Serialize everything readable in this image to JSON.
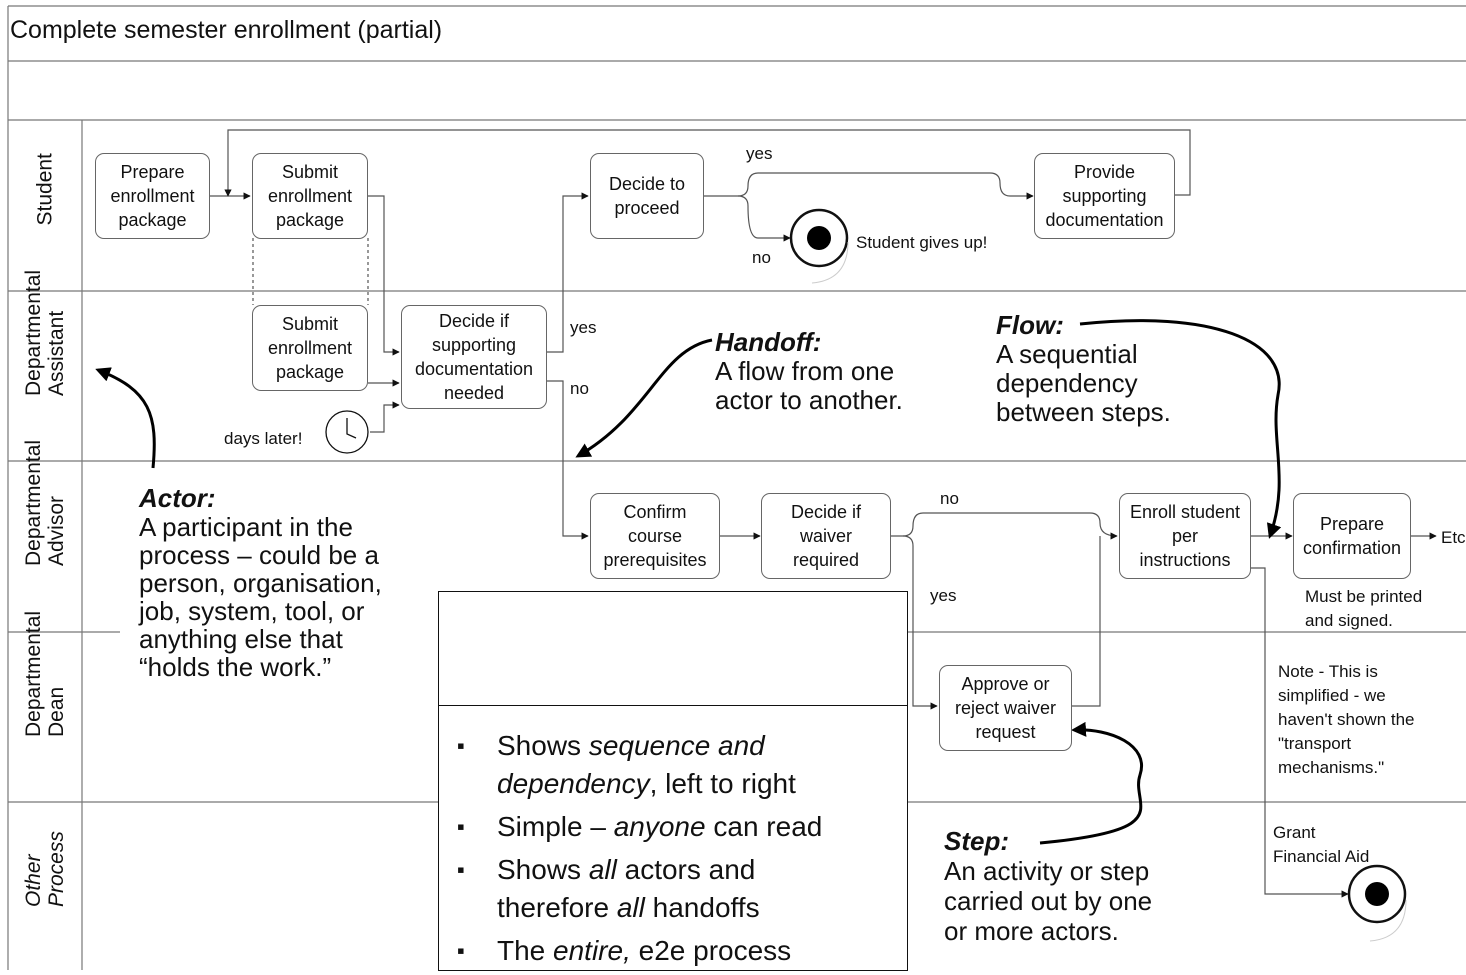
{
  "title": "Complete semester enrollment (partial)",
  "lanes": [
    "Student",
    "Departmental\nAssistant",
    "Departmental\nAdvisor",
    "Departmental\nDean",
    "Other\nProcess"
  ],
  "steps": {
    "prepare_package": "Prepare\nenrollment\npackage",
    "submit_package_student": "Submit\nenrollment\npackage",
    "decide_proceed": "Decide to\nproceed",
    "provide_docs": "Provide\nsupporting\ndocumentation",
    "submit_package_assistant": "Submit\nenrollment\npackage",
    "decide_docs_needed": "Decide if\nsupporting\ndocumentation\nneeded",
    "confirm_prereqs": "Confirm\ncourse\nprerequisites",
    "decide_waiver": "Decide if\nwaiver\nrequired",
    "enroll_student": "Enroll student\nper\ninstructions",
    "prepare_confirmation": "Prepare\nconfirmation",
    "approve_waiver": "Approve or\nreject waiver\nrequest"
  },
  "flow_labels": {
    "yes_top": "yes",
    "no_top": "no",
    "gives_up": "Student gives up!",
    "yes_assistant": "yes",
    "no_assistant": "no",
    "days_later": "days later!",
    "no_advisor": "no",
    "yes_advisor": "yes",
    "etc": "Etc",
    "must_print": "Must be printed\nand signed.",
    "note": "Note - This is\nsimplified - we\nhaven't shown the\n\"transport\nmechanisms.\"",
    "grant_aid": "Grant\nFinancial  Aid"
  },
  "annotations": {
    "handoff_title": "Handoff:",
    "handoff_text": "A flow from one\nactor to another.",
    "flow_title": "Flow:",
    "flow_text": "A sequential\ndependency\nbetween steps.",
    "actor_title": "Actor:",
    "actor_text": "A participant in the\nprocess – could be a\nperson, organisation,\njob, system, tool, or\nanything else that\n“holds the work.”",
    "step_title": "Step:",
    "step_text": "An activity or step\ncarried out by one\nor more actors."
  },
  "bullets": [
    {
      "pre": "Shows ",
      "em": "sequence and dependency",
      "post": ", left to right"
    },
    {
      "pre": "Simple – ",
      "em": "anyone",
      "post": " can read"
    },
    {
      "pre": "Shows ",
      "em": "all",
      "post": " actors and therefore ",
      "em2": "all",
      "post2": " handoffs"
    },
    {
      "pre": "The ",
      "em": "entire,",
      "post": " e2e process"
    }
  ]
}
